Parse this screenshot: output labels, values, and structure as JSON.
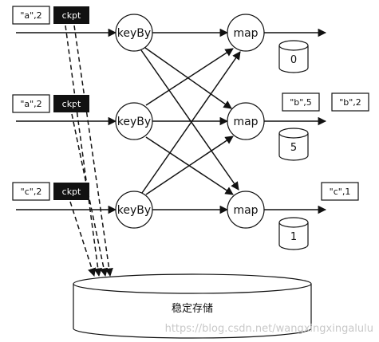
{
  "records": {
    "row1": {
      "value": "\"a\",2",
      "marker": "ckpt"
    },
    "row2": {
      "value": "\"a\",2",
      "marker": "ckpt"
    },
    "row3": {
      "value": "\"c\",2",
      "marker": "ckpt"
    }
  },
  "operators": {
    "keyby_1": "keyBy",
    "keyby_2": "keyBy",
    "keyby_3": "keyBy",
    "map_1": "map",
    "map_2": "map",
    "map_3": "map"
  },
  "state": {
    "map_1": "0",
    "map_2": "5",
    "map_3": "1"
  },
  "outputs": {
    "map_2": [
      "\"b\",5",
      "\"b\",2"
    ],
    "map_3": [
      "\"c\",1"
    ]
  },
  "storage": {
    "label": "稳定存储"
  },
  "watermark": "https://blog.csdn.net/wangxingxingalulu"
}
